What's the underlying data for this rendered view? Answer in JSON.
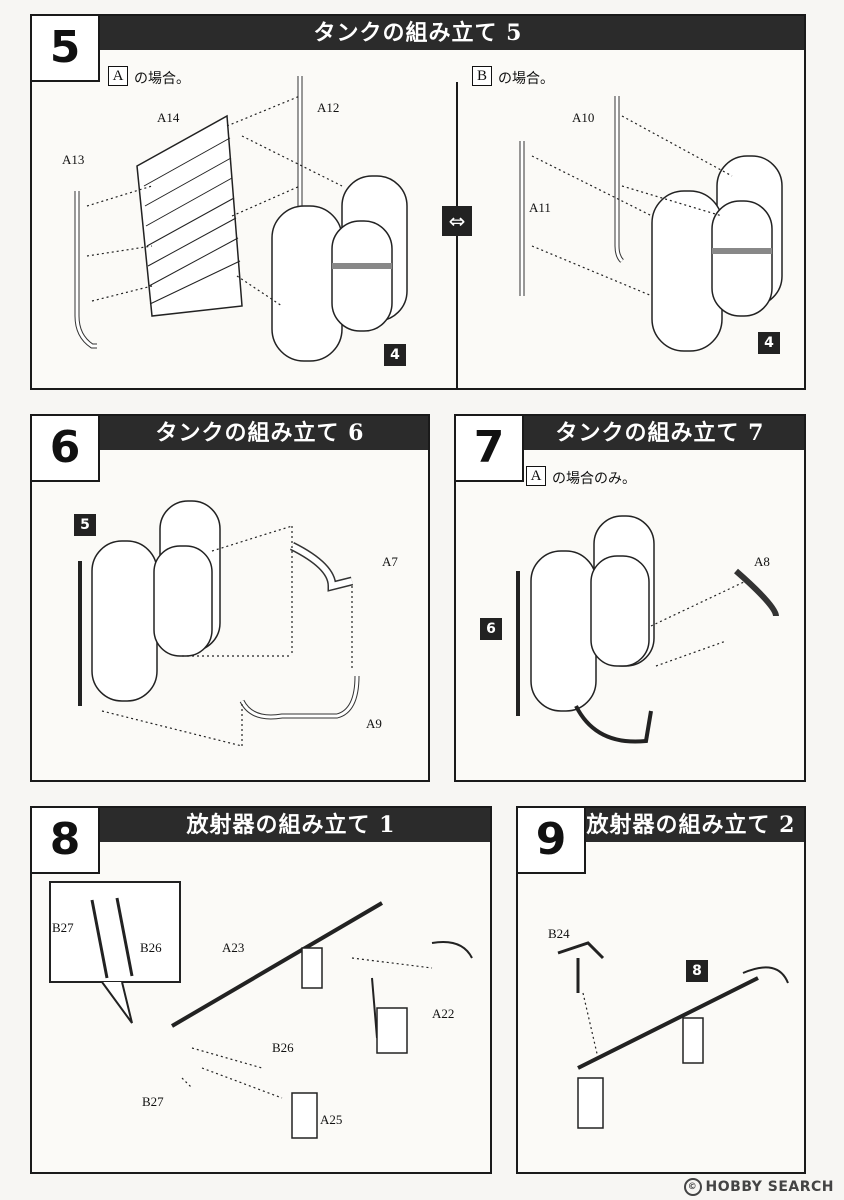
{
  "step5": {
    "number": "5",
    "title": "タンクの組み立て 5",
    "left": {
      "option": "A",
      "note": "の場合。",
      "parts": {
        "a14": "A14",
        "a12": "A12",
        "a13": "A13"
      },
      "ref": "4"
    },
    "right": {
      "option": "B",
      "note": "の場合。",
      "parts": {
        "a10": "A10",
        "a11": "A11"
      },
      "ref": "4"
    },
    "swap_icon": "swap-arrows-icon"
  },
  "step6": {
    "number": "6",
    "title": "タンクの組み立て 6",
    "ref": "5",
    "parts": {
      "a7": "A7",
      "a9": "A9"
    }
  },
  "step7": {
    "number": "7",
    "title": "タンクの組み立て 7",
    "option": "A",
    "note": "の場合のみ。",
    "ref": "6",
    "parts": {
      "a8": "A8"
    }
  },
  "step8": {
    "number": "8",
    "title": "放射器の組み立て 1",
    "parts": {
      "b27_inset": "B27",
      "b26_inset": "B26",
      "a23": "A23",
      "a22": "A22",
      "b26": "B26",
      "b27": "B27",
      "a25": "A25"
    }
  },
  "step9": {
    "number": "9",
    "title": "放射器の組み立て 2",
    "ref": "8",
    "parts": {
      "b24": "B24"
    }
  },
  "watermark": {
    "text": "HOBBY SEARCH",
    "mark": "©"
  }
}
